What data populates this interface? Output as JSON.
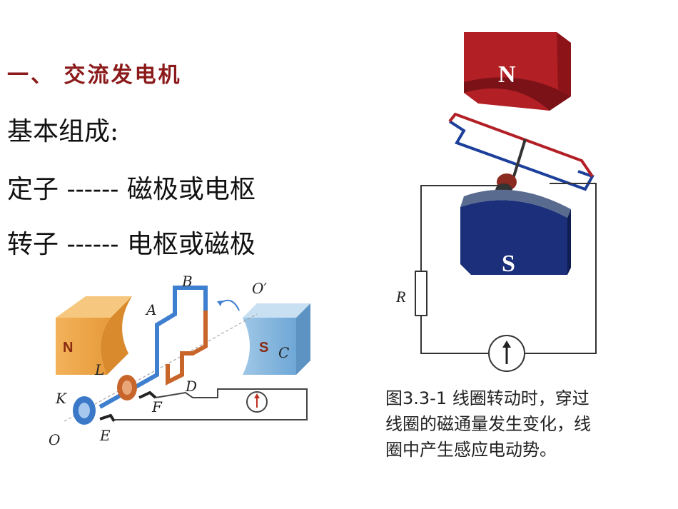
{
  "title": "一、 交流发电机",
  "line1": "基本组成:",
  "line2": "定子 ------ 磁极或电枢",
  "line3": "转子 ------ 电枢或磁极",
  "left_figure": {
    "pole_n": "N",
    "pole_s": "S",
    "labels": {
      "A": "A",
      "B": "B",
      "C": "C",
      "D": "D",
      "E": "E",
      "F": "F",
      "K": "K",
      "L": "L",
      "O": "O",
      "O2": "O′"
    }
  },
  "right_figure": {
    "pole_n": "N",
    "pole_s": "S",
    "resistor": "R",
    "caption_lines": [
      "图3.3-1   线圈转动时，穿过",
      "线圈的磁通量发生变化，线",
      "圈中产生感应电动势。"
    ]
  }
}
